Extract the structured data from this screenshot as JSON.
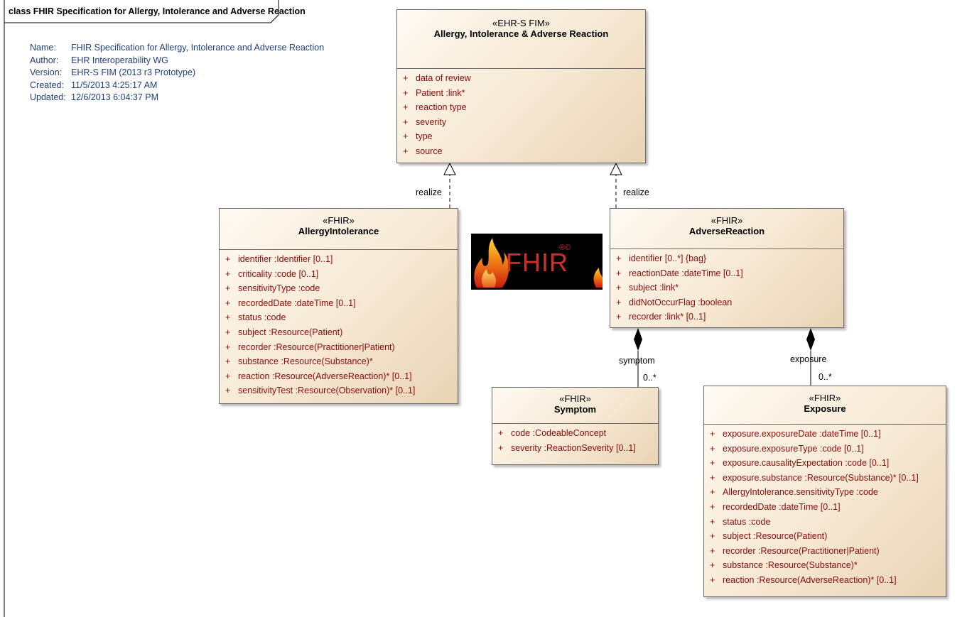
{
  "frame_title": "class FHIR Specification for Allergy, Intolerance and Adverse Reaction",
  "meta": [
    {
      "key": "Name:",
      "value": "FHIR Specification for Allergy, Intolerance and Adverse Reaction"
    },
    {
      "key": "Author:",
      "value": "EHR Interoperability WG"
    },
    {
      "key": "Version:",
      "value": "EHR-S FIM (2013 r3 Prototype)"
    },
    {
      "key": "Created:",
      "value": "11/5/2013 4:25:17 AM"
    },
    {
      "key": "Updated:",
      "value": "12/6/2013 6:04:37 PM"
    }
  ],
  "classes": {
    "ehr": {
      "stereotype": "«EHR-S FIM»",
      "name": "Allergy, Intolerance & Adverse Reaction",
      "attrs": [
        "data of review",
        "Patient :link*",
        "reaction type",
        "severity",
        "type",
        "source"
      ]
    },
    "allergy": {
      "stereotype": "«FHIR»",
      "name": "AllergyIntolerance",
      "attrs": [
        "identifier :Identifier [0..1]",
        "criticality :code [0..1]",
        "sensitivityType :code",
        "recordedDate :dateTime [0..1]",
        "status :code",
        "subject :Resource(Patient)",
        "recorder :Resource(Practitioner|Patient)",
        "substance :Resource(Substance)*",
        "reaction :Resource(AdverseReaction)* [0..1]",
        "sensitivityTest :Resource(Observation)* [0..1]"
      ]
    },
    "adverse": {
      "stereotype": "«FHIR»",
      "name": "AdverseReaction",
      "attrs": [
        "identifier [0..*] {bag}",
        "reactionDate :dateTime [0..1]",
        "subject :link*",
        "didNotOccurFlag :boolean",
        "recorder :link* [0..1]"
      ]
    },
    "symptom": {
      "stereotype": "«FHIR»",
      "name": "Symptom",
      "attrs": [
        "code :CodeableConcept",
        "severity :ReactionSeverity [0..1]"
      ]
    },
    "exposure": {
      "stereotype": "«FHIR»",
      "name": "Exposure",
      "attrs": [
        "exposure.exposureDate :dateTime [0..1]",
        "exposure.exposureType :code [0..1]",
        "exposure.causalityExpectation :code [0..1]",
        "exposure.substance :Resource(Substance)* [0..1]",
        "AllergyIntolerance.sensitivityType :code",
        "recordedDate :dateTime [0..1]",
        "status :code",
        "subject :Resource(Patient)",
        "recorder :Resource(Practitioner|Patient)",
        "substance :Resource(Substance)*",
        "reaction :Resource(AdverseReaction)* [0..1]"
      ]
    }
  },
  "visibility": "+",
  "connectors": {
    "realize_left": "realize",
    "realize_right": "realize",
    "symptom_role": "symptom",
    "symptom_mult": "0..*",
    "exposure_role": "exposure",
    "exposure_mult": "0..*"
  },
  "logo": {
    "text": "FHIR",
    "mark": "®©"
  }
}
